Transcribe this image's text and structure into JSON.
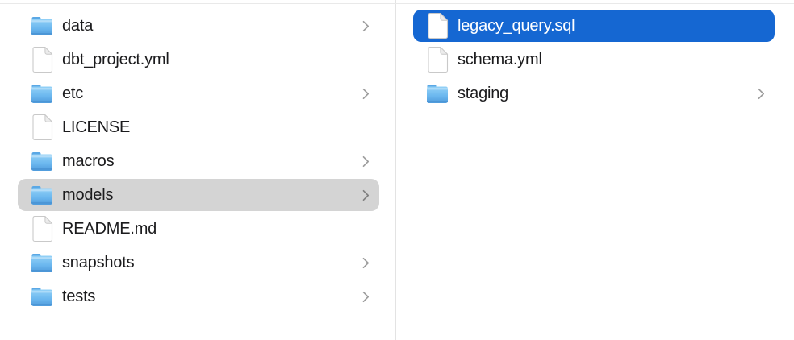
{
  "window": {
    "view": "finder-column-view"
  },
  "colors": {
    "selection_active_blue": "#1567d2",
    "selection_inactive_gray": "#d4d4d4",
    "divider": "#e3e3e3",
    "top_hairline": "#e9e9e9",
    "text": "#1b1b1d",
    "selected_text": "#ffffff",
    "chevron": "#9d9d9d",
    "folder_blue_top": "#93d1f7",
    "folder_blue_bottom": "#4f9bdc",
    "file_border": "#c9c9c9"
  },
  "columns": [
    {
      "name": "left-column",
      "items": [
        {
          "label": "data",
          "type": "folder",
          "has_chevron": true,
          "selection": "none"
        },
        {
          "label": "dbt_project.yml",
          "type": "file",
          "has_chevron": false,
          "selection": "none"
        },
        {
          "label": "etc",
          "type": "folder",
          "has_chevron": true,
          "selection": "none"
        },
        {
          "label": "LICENSE",
          "type": "file",
          "has_chevron": false,
          "selection": "none"
        },
        {
          "label": "macros",
          "type": "folder",
          "has_chevron": true,
          "selection": "none"
        },
        {
          "label": "models",
          "type": "folder",
          "has_chevron": true,
          "selection": "inactive-gray"
        },
        {
          "label": "README.md",
          "type": "file",
          "has_chevron": false,
          "selection": "none"
        },
        {
          "label": "snapshots",
          "type": "folder",
          "has_chevron": true,
          "selection": "none"
        },
        {
          "label": "tests",
          "type": "folder",
          "has_chevron": true,
          "selection": "none"
        }
      ]
    },
    {
      "name": "right-column",
      "items": [
        {
          "label": "legacy_query.sql",
          "type": "file",
          "has_chevron": false,
          "selection": "active-blue"
        },
        {
          "label": "schema.yml",
          "type": "file",
          "has_chevron": false,
          "selection": "none"
        },
        {
          "label": "staging",
          "type": "folder",
          "has_chevron": true,
          "selection": "none"
        }
      ]
    }
  ]
}
